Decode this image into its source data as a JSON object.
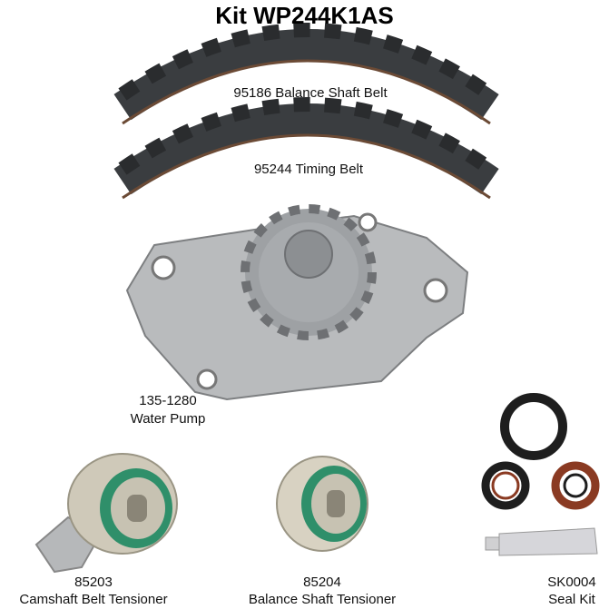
{
  "title": "Kit WP244K1AS",
  "parts": [
    {
      "number": "95186",
      "name": "95186 Balance Shaft Belt"
    },
    {
      "number": "95244",
      "name": "95244 Timing Belt"
    },
    {
      "number": "135-1280",
      "name": "Water Pump"
    },
    {
      "number": "85203",
      "name": "Camshaft Belt Tensioner"
    },
    {
      "number": "85204",
      "name": "Balance Shaft Tensioner"
    },
    {
      "number": "SK0004",
      "name": "Seal Kit"
    }
  ],
  "colors": {
    "belt": "#3a3d40",
    "belt_edge": "#6b4a35",
    "metal": "#b9bbbd",
    "bearing_seal": "#2f8f6a",
    "seal_red": "#8a3a22"
  }
}
